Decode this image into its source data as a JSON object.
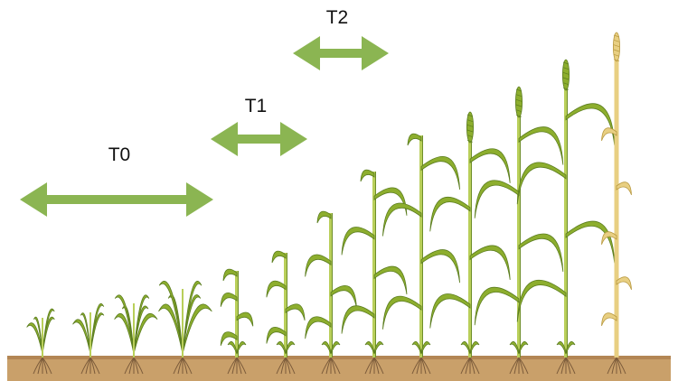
{
  "timings": [
    {
      "label": "T0"
    },
    {
      "label": "T1"
    },
    {
      "label": "T2"
    }
  ],
  "colors": {
    "arrow": "#8bb552",
    "leaf": "#8dae2e",
    "leaf_dark": "#5b7d1f",
    "stem_light": "#b9cf5a",
    "mature": "#e8cf82",
    "mature_dark": "#b8983e",
    "soil": "#c9a06a",
    "soil_dark": "#9c7647",
    "root": "#7a5a3a"
  },
  "stages": [
    {
      "icon": "seedling-icon"
    },
    {
      "icon": "seedling-icon"
    },
    {
      "icon": "tillering-icon"
    },
    {
      "icon": "tillering-icon"
    },
    {
      "icon": "stem-elongation-icon"
    },
    {
      "icon": "stem-elongation-icon"
    },
    {
      "icon": "stem-elongation-icon"
    },
    {
      "icon": "booting-icon"
    },
    {
      "icon": "booting-icon"
    },
    {
      "icon": "heading-icon"
    },
    {
      "icon": "flowering-icon"
    },
    {
      "icon": "grain-fill-icon"
    },
    {
      "icon": "ripening-icon"
    }
  ]
}
